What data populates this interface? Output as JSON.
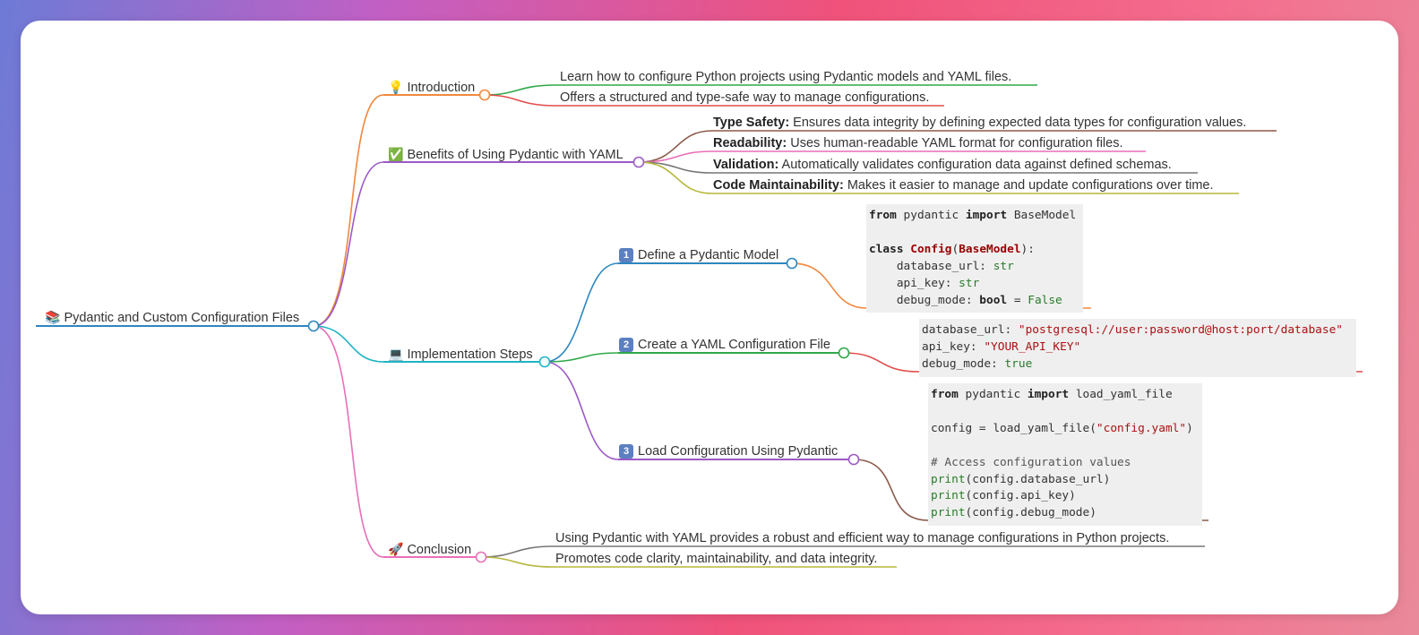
{
  "root": {
    "icon": "books-icon",
    "label": "Pydantic and Custom Configuration Files"
  },
  "introduction": {
    "icon": "lightbulb-icon",
    "label": "Introduction",
    "items": [
      "Learn how to configure Python projects using Pydantic models and YAML files.",
      "Offers a structured and type-safe way to manage configurations."
    ]
  },
  "benefits": {
    "icon": "check-mark-icon",
    "label": "Benefits of Using Pydantic with YAML",
    "items": [
      {
        "title": "Type Safety:",
        "text": " Ensures data integrity by defining expected data types for configuration values."
      },
      {
        "title": "Readability:",
        "text": " Uses human-readable YAML format for configuration files."
      },
      {
        "title": "Validation:",
        "text": " Automatically validates configuration data against defined schemas."
      },
      {
        "title": "Code Maintainability:",
        "text": " Makes it easier to manage and update configurations over time."
      }
    ]
  },
  "implementation": {
    "icon": "laptop-icon",
    "label": "Implementation Steps",
    "steps": [
      {
        "number": "1",
        "label": "Define a Pydantic Model",
        "code": [
          "from pydantic import BaseModel",
          "",
          "class Config(BaseModel):",
          "    database_url: str",
          "    api_key: str",
          "    debug_mode: bool = False"
        ]
      },
      {
        "number": "2",
        "label": "Create a YAML Configuration File",
        "code": [
          "database_url: \"postgresql://user:password@host:port/database\"",
          "api_key: \"YOUR_API_KEY\"",
          "debug_mode: true"
        ]
      },
      {
        "number": "3",
        "label": "Load Configuration Using Pydantic",
        "code": [
          "from pydantic import load_yaml_file",
          "",
          "config = load_yaml_file(\"config.yaml\")",
          "",
          "# Access configuration values",
          "print(config.database_url)",
          "print(config.api_key)",
          "print(config.debug_mode)"
        ]
      }
    ]
  },
  "conclusion": {
    "icon": "rocket-icon",
    "label": "Conclusion",
    "items": [
      "Using Pydantic with YAML provides a robust and efficient way to manage configurations in Python projects.",
      "Promotes code clarity, maintainability, and data integrity."
    ]
  },
  "colors": {
    "root": "#2e86c1",
    "introduction": "#f0883e",
    "benefits": "#9b59c6",
    "implementation": "#1fb5c4",
    "conclusion": "#e86fb8",
    "step1": "#2e86c1",
    "step2": "#2ea84a",
    "step3": "#9b59c6"
  }
}
